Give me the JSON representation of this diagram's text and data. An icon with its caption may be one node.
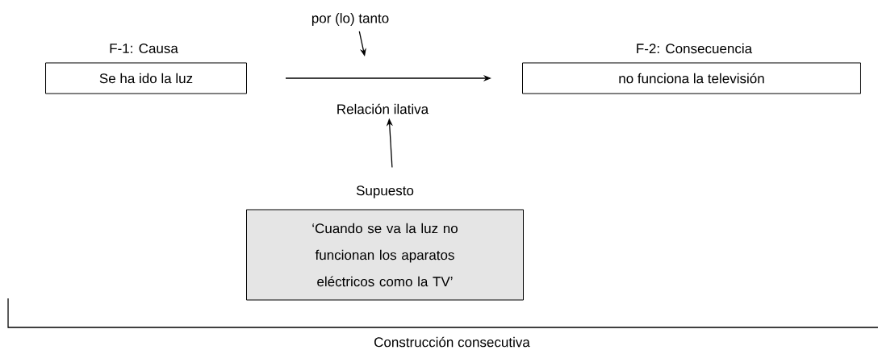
{
  "diagram": {
    "nodes": [
      {
        "text": [
          "por (lo) tanto"
        ]
      },
      {
        "text": [
          "F-1: Causa",
          "Se ha ido la luz"
        ]
      },
      {
        "text": [
          "F-2: Consecuencia",
          "no funciona la televisión"
        ]
      },
      {
        "text": [
          "Relación ilativa"
        ]
      },
      {
        "text": [
          "Supuesto",
          "‘Cuando se va la luz no funcionan los aparatos eléctricos como la TV’"
        ]
      }
    ],
    "edges": [
      {
        "from": 1,
        "to": 2,
        "arrow": "to"
      },
      {
        "from": 0,
        "to": null,
        "arrow": "to"
      },
      {
        "from": 4,
        "to": 3,
        "arrow": "to"
      }
    ],
    "labels": [
      "Construcción consecutiva"
    ]
  }
}
